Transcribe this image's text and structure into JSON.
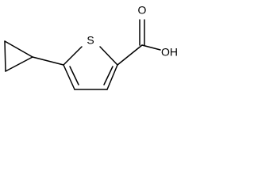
{
  "molecule": {
    "atoms": {
      "sulfur": "S",
      "carbonyl_oxygen": "O",
      "hydroxyl": "OH"
    }
  },
  "colors": {
    "bond": "#000000",
    "label": "#000000",
    "background": "#ffffff"
  }
}
